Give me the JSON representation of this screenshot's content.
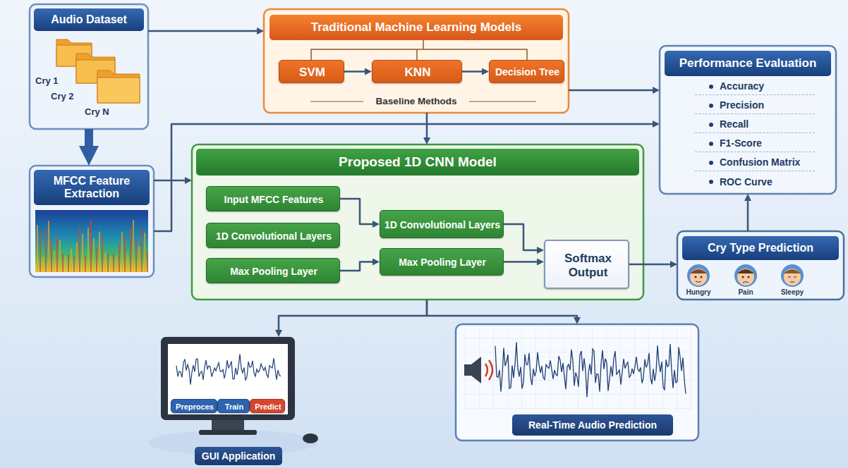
{
  "diagram": {
    "nodes": [
      {
        "text": [
          "Audio Dataset"
        ]
      },
      {
        "text": [
          "Traditional Machine Learning Models",
          "Baseline Methods"
        ]
      },
      {
        "text": [
          "SVM"
        ],
        "in": 1
      },
      {
        "text": [
          "KNN"
        ],
        "in": 1
      },
      {
        "text": [
          "Decision Tree"
        ],
        "in": 1
      },
      {
        "text": [
          "Performance Evaluation",
          "Accuracy",
          "Precision",
          "Recall",
          "F1-Score",
          "Confusion Matrix",
          "ROC Curve"
        ]
      },
      {
        "text": [
          "MFCC Feature Extraction"
        ]
      },
      {
        "text": [
          "Proposed 1D CNN Model"
        ]
      },
      {
        "text": [
          "Input MFCC Features"
        ],
        "in": 7
      },
      {
        "text": [
          "1D Convolutional Layers"
        ],
        "in": 7
      },
      {
        "text": [
          "Max Pooling Layer"
        ],
        "in": 7
      },
      {
        "text": [
          "1D Convolutional Layers"
        ],
        "in": 7
      },
      {
        "text": [
          "Max Pooling Layer"
        ],
        "in": 7
      },
      {
        "text": [
          "Softmax Output"
        ],
        "in": 7
      },
      {
        "text": [
          "Cry Type Prediction",
          "Hungry",
          "Pain",
          "Sleepy"
        ]
      },
      {
        "text": [
          "GUI Application"
        ]
      },
      {
        "text": [
          "Preproces"
        ],
        "in": 15
      },
      {
        "text": [
          "Train"
        ],
        "in": 15
      },
      {
        "text": [
          "Predict"
        ],
        "in": 15
      },
      {
        "text": [
          "Real-Time Audio Prediction"
        ]
      }
    ],
    "edges": [
      {
        "from": 0,
        "to": 1,
        "arrow": "to"
      },
      {
        "from": 0,
        "to": 6,
        "arrow": "to"
      },
      {
        "from": 2,
        "to": 3,
        "arrow": "to"
      },
      {
        "from": 3,
        "to": 4,
        "arrow": "to"
      },
      {
        "from": 1,
        "to": 5,
        "arrow": "to"
      },
      {
        "from": 1,
        "to": 7,
        "arrow": "to"
      },
      {
        "from": 6,
        "to": 7,
        "arrow": "to"
      },
      {
        "from": 6,
        "to": 5,
        "arrow": "to"
      },
      {
        "from": 8,
        "to": 11,
        "arrow": "to"
      },
      {
        "from": 10,
        "to": 12,
        "arrow": "to"
      },
      {
        "from": 11,
        "to": 13,
        "arrow": "to"
      },
      {
        "from": 12,
        "to": 13,
        "arrow": "to"
      },
      {
        "from": 13,
        "to": 14,
        "arrow": "to"
      },
      {
        "from": 14,
        "to": 5,
        "arrow": "to"
      },
      {
        "from": 7,
        "to": 15,
        "arrow": "to"
      },
      {
        "from": 7,
        "to": 19,
        "arrow": "to"
      }
    ],
    "labels": [
      "Cry 1",
      "Cry 2",
      "Cry N"
    ]
  }
}
